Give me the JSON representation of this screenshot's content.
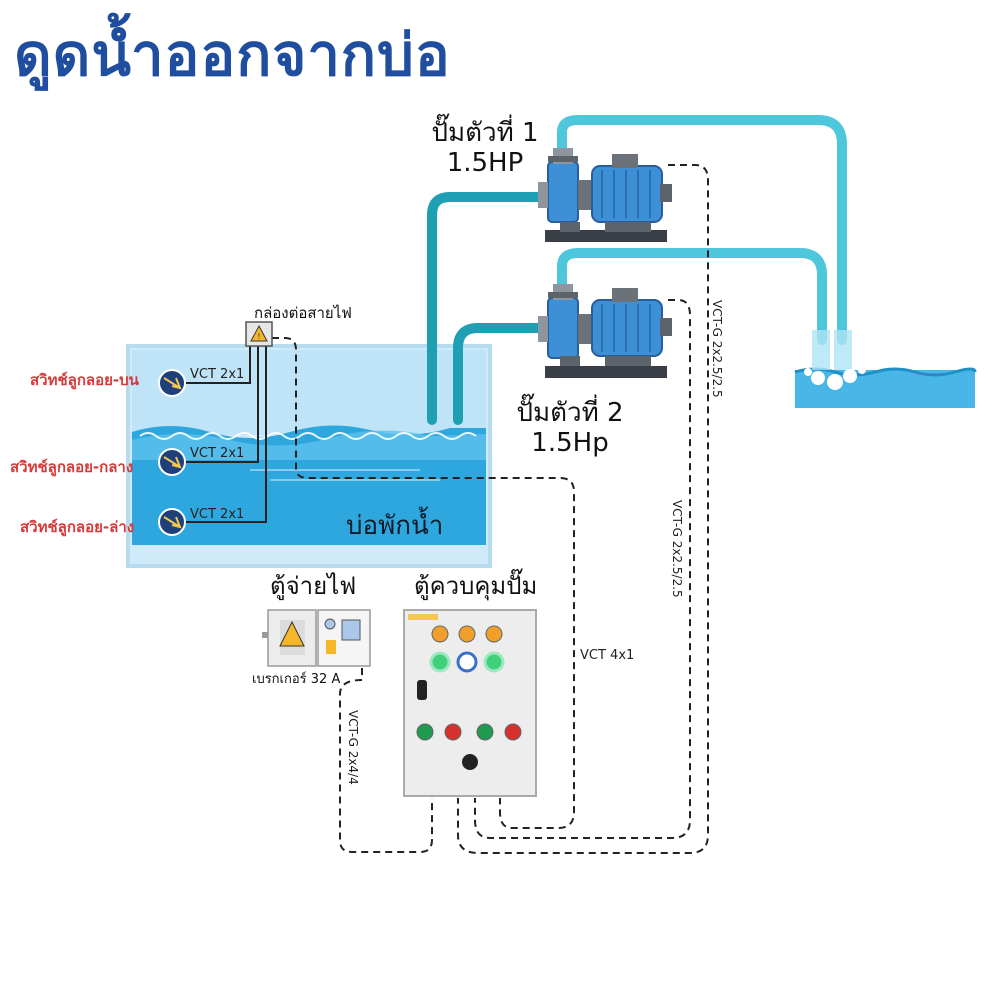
{
  "title": "ดูดน้ำออกจากบ่อ",
  "junction_box": "กล่องต่อสายไฟ",
  "float_switches": [
    {
      "label": "สวิทช์ลูกลอย-บน",
      "cable": "VCT 2x1"
    },
    {
      "label": "สวิทช์ลูกลอย-กลาง",
      "cable": "VCT 2x1"
    },
    {
      "label": "สวิทช์ลูกลอย-ล่าง",
      "cable": "VCT 2x1"
    }
  ],
  "tank_label": "บ่อพักน้ำ",
  "pump1": {
    "name": "ปั๊มตัวที่ 1",
    "power": "1.5HP"
  },
  "pump2": {
    "name": "ปั๊มตัวที่ 2",
    "power": "1.5Hp"
  },
  "distribution_box": {
    "title": "ตู้จ่ายไฟ",
    "breaker": "เบรกเกอร์ 32 A"
  },
  "control_box": {
    "title": "ตู้ควบคุมปั๊ม"
  },
  "cables": {
    "pump1_cable": "VCT-G  2x2.5/2.5",
    "pump2_cable": "VCT-G  2x2.5/2.5",
    "control_cable": "VCT 4x1",
    "supply_cable": "VCT-G  2x4/4"
  },
  "colors": {
    "pipe_pump1": "#4ec6dc",
    "pipe_pump2": "#1f9fb3",
    "title": "#1f4ea0",
    "switch_label": "#d63a3a",
    "water": "#48b7e8"
  }
}
